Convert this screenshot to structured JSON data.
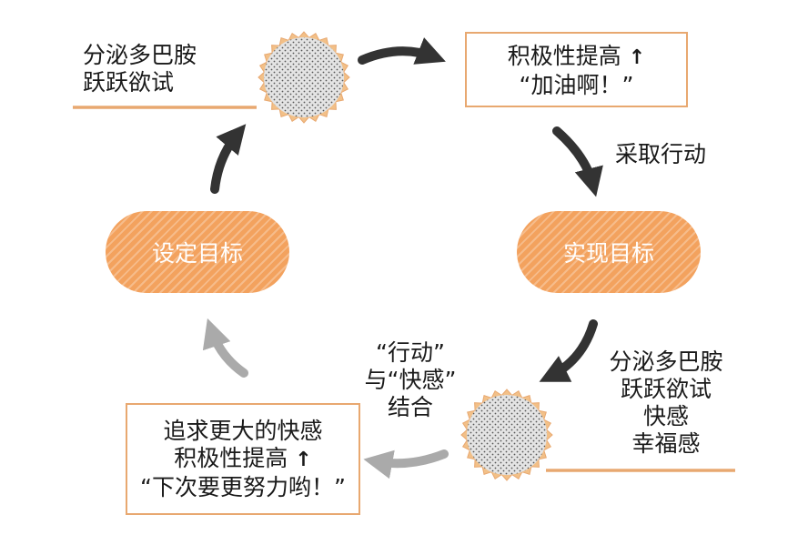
{
  "dopamine_top": {
    "line1": "分泌多巴胺",
    "line2": "跃跃欲试"
  },
  "motivation_box": {
    "line1": "积极性提高",
    "arrow": "↑",
    "line2": "“加油啊！”"
  },
  "take_action": "采取行动",
  "achieve_goal": "实现目标",
  "set_goal": "设定目标",
  "dopamine_bottom": {
    "line1": "分泌多巴胺",
    "line2": "跃跃欲试",
    "line3": "快感",
    "line4": "幸福感"
  },
  "combine_label": {
    "line1": "“行动”",
    "line2": "与“快感”",
    "line3": "结合"
  },
  "bottom_box": {
    "line1": "追求更大的快感",
    "line2": "积极性提高",
    "arrow": "↑",
    "line3": "“下次要更努力哟！”"
  },
  "colors": {
    "orange": "#f3a25e",
    "line_orange": "#e8a870",
    "arrow_dark": "#333333",
    "arrow_light": "#aaaaaa"
  }
}
